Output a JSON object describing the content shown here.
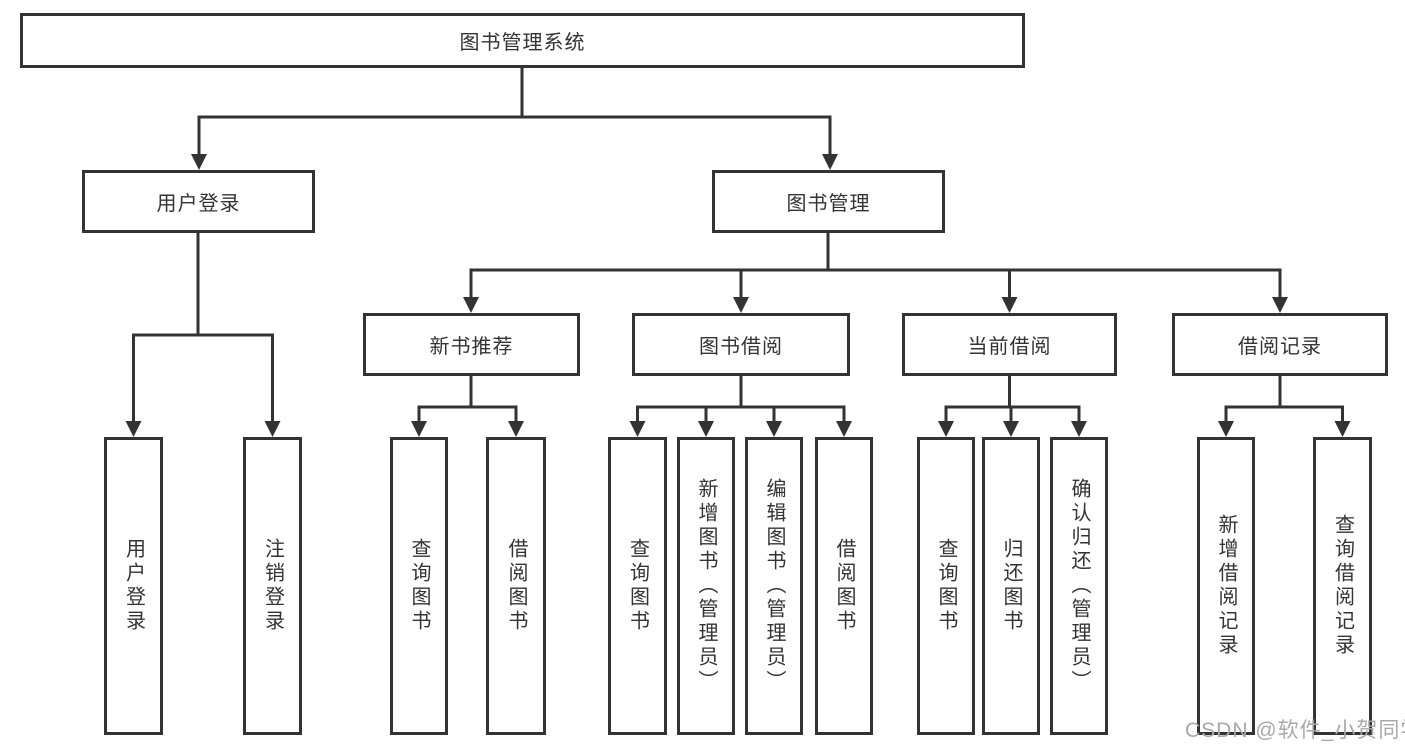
{
  "diagram": {
    "root": {
      "label": "图书管理系统"
    },
    "branches": [
      {
        "label": "用户登录",
        "children": [
          {
            "label": "用户登录"
          },
          {
            "label": "注销登录"
          }
        ]
      },
      {
        "label": "图书管理",
        "children": [
          {
            "label": "新书推荐",
            "children": [
              {
                "label": "查询图书"
              },
              {
                "label": "借阅图书"
              }
            ]
          },
          {
            "label": "图书借阅",
            "children": [
              {
                "label": "查询图书"
              },
              {
                "label": "新增图书（管理员）"
              },
              {
                "label": "编辑图书（管理员）"
              },
              {
                "label": "借阅图书"
              }
            ]
          },
          {
            "label": "当前借阅",
            "children": [
              {
                "label": "查询图书"
              },
              {
                "label": "归还图书"
              },
              {
                "label": "确认归还（管理员）"
              }
            ]
          },
          {
            "label": "借阅记录",
            "children": [
              {
                "label": "新增借阅记录"
              },
              {
                "label": "查询借阅记录"
              }
            ]
          }
        ]
      }
    ]
  },
  "watermark": {
    "text": "CSDN @软件_小贺同学"
  },
  "colors": {
    "line": "#333333",
    "box_border": "#333333",
    "text": "#333333",
    "watermark": "#a9a9a9",
    "background": "#ffffff"
  }
}
